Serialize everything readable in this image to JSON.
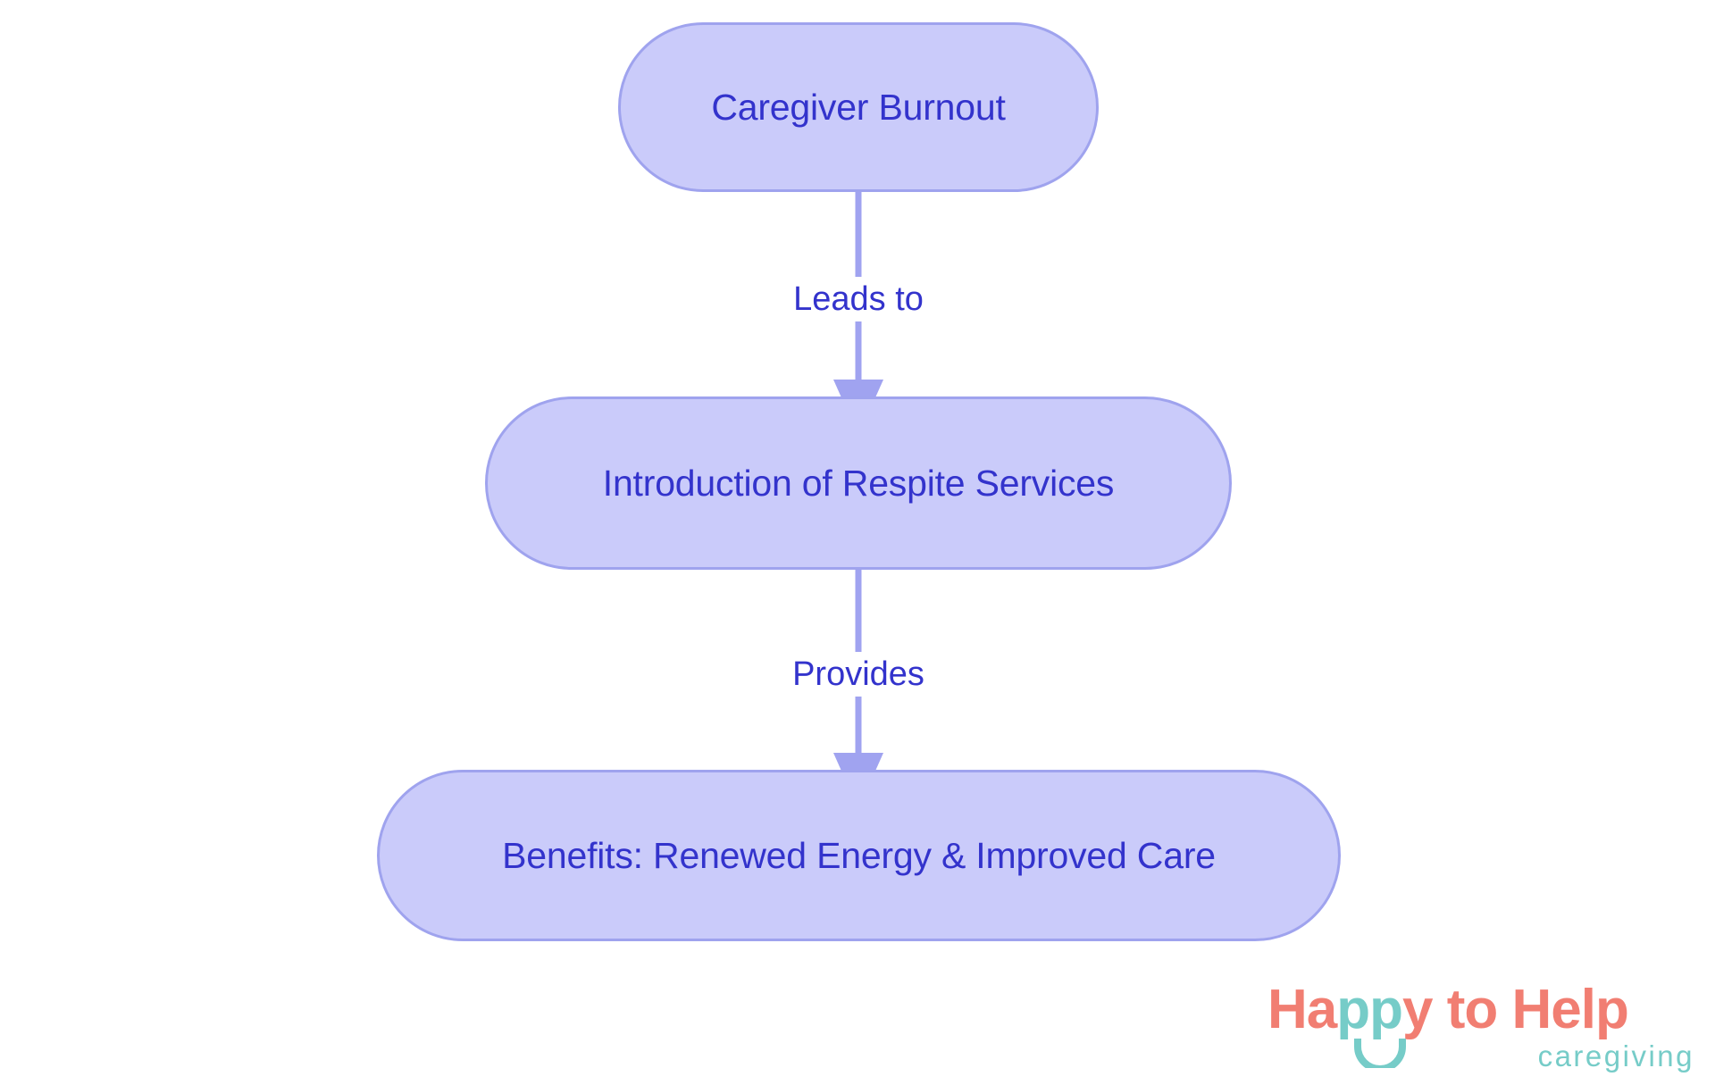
{
  "diagram": {
    "type": "flowchart",
    "orientation": "top-to-bottom",
    "background_color": "#ffffff",
    "node_fill": "#cacbfa",
    "node_border": "#9fa3ee",
    "node_text_color": "#3333cc",
    "edge_color": "#a0a3f0",
    "nodes": [
      {
        "id": "burnout",
        "label": "Caregiver Burnout"
      },
      {
        "id": "respite",
        "label": "Introduction of Respite Services"
      },
      {
        "id": "benefits",
        "label": "Benefits: Renewed Energy & Improved Care"
      }
    ],
    "edges": [
      {
        "from": "burnout",
        "to": "respite",
        "label": "Leads to"
      },
      {
        "from": "respite",
        "to": "benefits",
        "label": "Provides"
      }
    ]
  },
  "logo": {
    "word_1": "Ha",
    "word_2": "pp",
    "word_3": "y to Help",
    "tagline": "caregiving",
    "coral": "#f17e72",
    "teal": "#76ccc8"
  }
}
